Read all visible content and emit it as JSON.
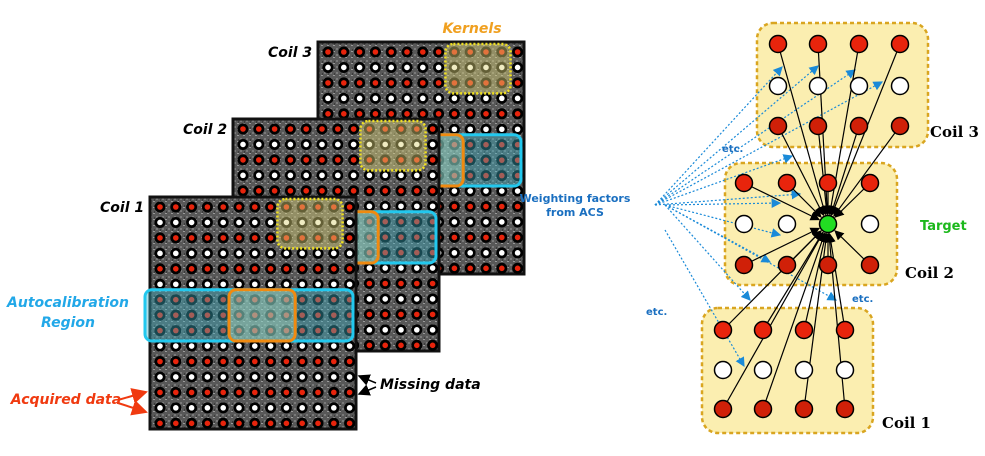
{
  "left_figure": {
    "coils": [
      {
        "label": "Coil 1"
      },
      {
        "label": "Coil 2"
      },
      {
        "label": "Coil 3"
      }
    ],
    "kernels_label": "Kernels",
    "acs_label_line1": "Autocalibration",
    "acs_label_line2": "Region",
    "acquired_label": "Acquired data",
    "missing_label": "Missing data",
    "grid_columns": 13,
    "row_pattern": [
      "acquired",
      "missing",
      "acquired",
      "missing",
      "acquired",
      "missing",
      "acquired",
      "acquired",
      "acquired",
      "missing",
      "acquired",
      "missing",
      "acquired",
      "missing",
      "acquired"
    ]
  },
  "right_figure": {
    "coils": [
      {
        "label": "Coil 1"
      },
      {
        "label": "Coil 2"
      },
      {
        "label": "Coil 3"
      }
    ],
    "target_label": "Target",
    "weights_label_line1": "Weighting factors",
    "weights_label_line2": "from ACS",
    "etc_label": "etc.",
    "kernel_rows": [
      "acquired",
      "missing",
      "acquired"
    ]
  },
  "colors": {
    "acquired": "#e8240c",
    "missing": "#ffffff",
    "target": "#22dd22",
    "acs_box": "#22c8ee",
    "kernel_box": "#f0e020",
    "kernel_highlight": "#f08a10",
    "coil_box_fill": "#fbeeb0",
    "coil_box_border": "#d9a520",
    "weights_text": "#1a6fc0",
    "acs_text": "#22a8e8",
    "acquired_text": "#f03a10",
    "target_text": "#1cb81c"
  }
}
